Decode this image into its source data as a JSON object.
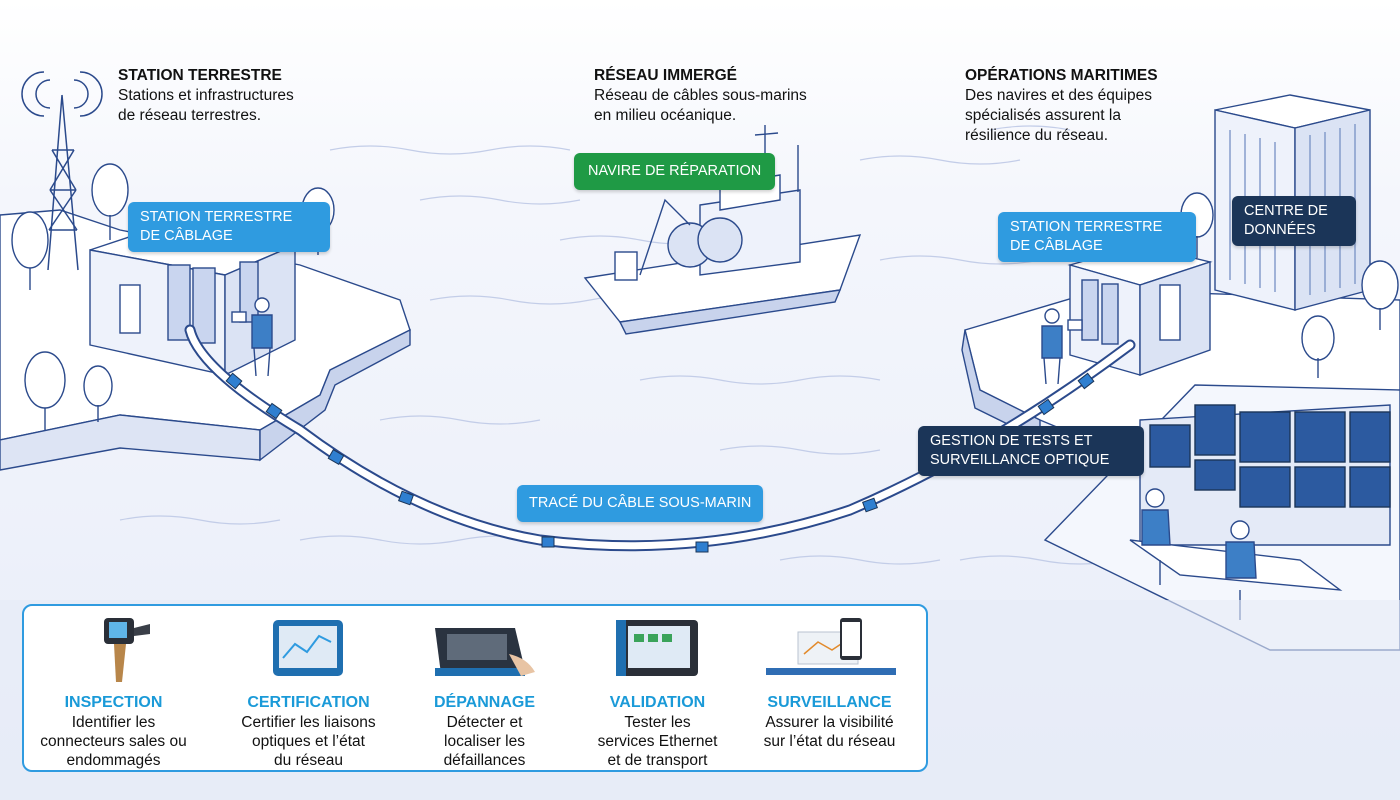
{
  "headers": {
    "terrestre": {
      "title": "STATION TERRESTRE",
      "desc": [
        "Stations et infrastructures",
        "de réseau terrestres."
      ]
    },
    "immerge": {
      "title": "RÉSEAU IMMERGÉ",
      "desc": [
        "Réseau de câbles sous-marins",
        "en milieu océanique."
      ]
    },
    "maritimes": {
      "title": "OPÉRATIONS MARITIMES",
      "desc": [
        "Des navires et des équipes",
        "spécialisés assurent la",
        "résilience du réseau."
      ]
    }
  },
  "labels": {
    "station_left": [
      "STATION TERRESTRE",
      "DE CÂBLAGE"
    ],
    "navire": "NAVIRE DE RÉPARATION",
    "station_right": [
      "STATION TERRESTRE",
      "DE CÂBLAGE"
    ],
    "datacenter": [
      "CENTRE DE",
      "DONNÉES"
    ],
    "gestion": [
      "GESTION DE TESTS ET",
      "SURVEILLANCE OPTIQUE"
    ],
    "cable": "TRACÉ DU CÂBLE SOUS-MARIN"
  },
  "tools": [
    {
      "title": "INSPECTION",
      "desc": [
        "Identifier les",
        "connecteurs sales ou",
        "endommagés"
      ],
      "icon": "inspection-probe-icon"
    },
    {
      "title": "CERTIFICATION",
      "desc": [
        "Certifier les liaisons",
        "optiques et l’état",
        "du réseau"
      ],
      "icon": "certification-tablet-icon"
    },
    {
      "title": "DÉPANNAGE",
      "desc": [
        "Détecter et",
        "localiser les",
        "défaillances"
      ],
      "icon": "troubleshooting-module-icon"
    },
    {
      "title": "VALIDATION",
      "desc": [
        "Tester les",
        "services Ethernet",
        "et de transport"
      ],
      "icon": "validation-tester-icon"
    },
    {
      "title": "SURVEILLANCE",
      "desc": [
        "Assurer la visibilité",
        "sur l’état du réseau"
      ],
      "icon": "monitoring-dashboard-icon"
    }
  ],
  "colors": {
    "accent_blue": "#2f9be0",
    "navy": "#1b3558",
    "green": "#1f9a45",
    "line": "#2b4a8c",
    "water": "#edf1fa"
  }
}
